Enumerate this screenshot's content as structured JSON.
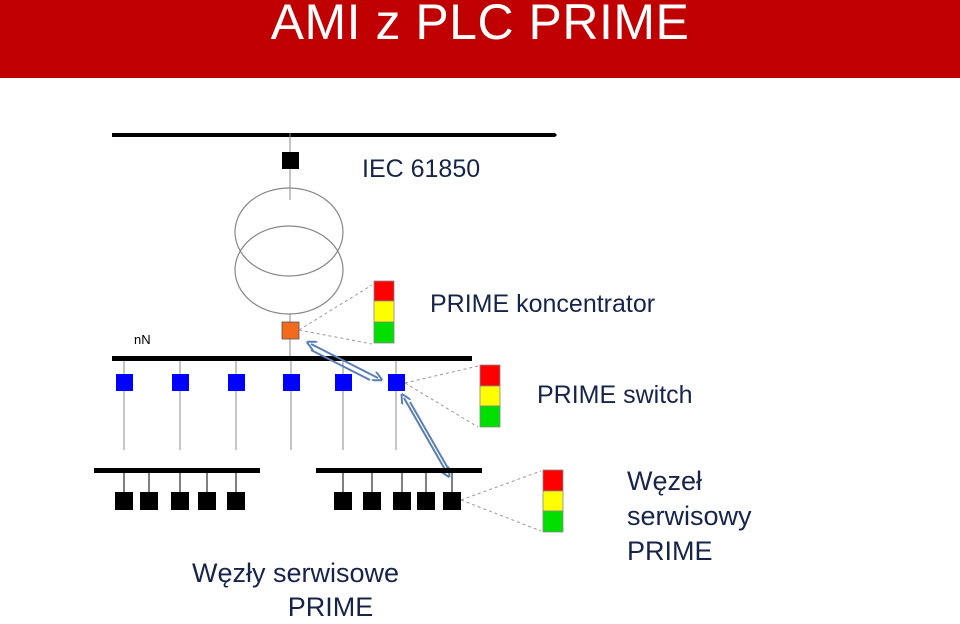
{
  "title": "AMI z PLC PRIME",
  "labels": {
    "iec": "IEC 61850",
    "concentrator": "PRIME koncentrator",
    "switch": "PRIME switch",
    "nn": "nN",
    "service_nodes_line1": "Węzły serwisowe",
    "service_nodes_line2": "PRIME",
    "service_node_line1": "Węzeł",
    "service_node_line2": "serwisowy",
    "service_node_line3": "PRIME"
  },
  "colors": {
    "title_bar": "#c00000",
    "concentrator": "#f26b1d",
    "switch": "#0000ff",
    "node": "#000000",
    "signal_red": "#ff0000",
    "signal_yellow": "#ffff00",
    "signal_green": "#00e000",
    "arrow": "#5a7fb4",
    "label_text": "#17244a"
  },
  "icons": {
    "traffic_light": "status-light-icon",
    "transformer": "transformer-icon"
  }
}
